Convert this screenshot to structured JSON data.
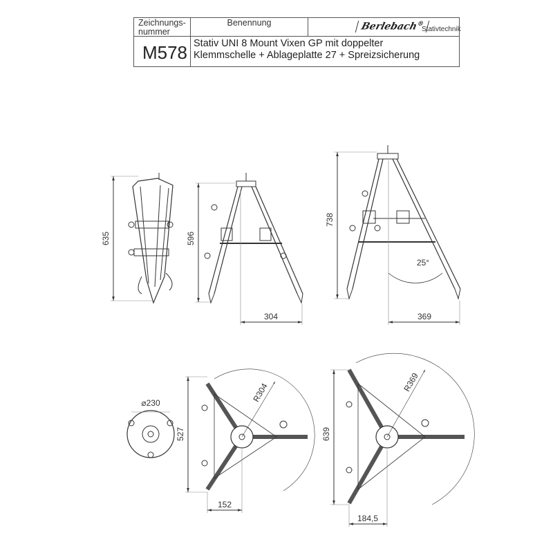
{
  "title_block": {
    "drawing_number_label": "Zeichnungs-nummer",
    "drawing_number_label_line1": "Zeichnungs-",
    "drawing_number_label_line2": "nummer",
    "designation_label": "Benennung",
    "brand": "Berlebach",
    "brand_mark": "®",
    "brand_subtitle": "Stativtechnik",
    "drawing_number": "M578",
    "description_line1": "Stativ UNI 8 Mount Vixen GP mit doppelter",
    "description_line2": "Klemmschelle + Ablageplatte 27 + Spreizsicherung"
  },
  "dimensions": {
    "folded_height": "635",
    "min_height": "596",
    "max_height": "738",
    "min_spread": "304",
    "max_spread": "369",
    "leg_angle": "25°",
    "folded_diameter": "⌀230",
    "min_footprint_height": "527",
    "min_radius": "R304",
    "min_offset": "152",
    "max_footprint_height": "639",
    "max_radius": "R369",
    "max_offset": "184,5"
  }
}
